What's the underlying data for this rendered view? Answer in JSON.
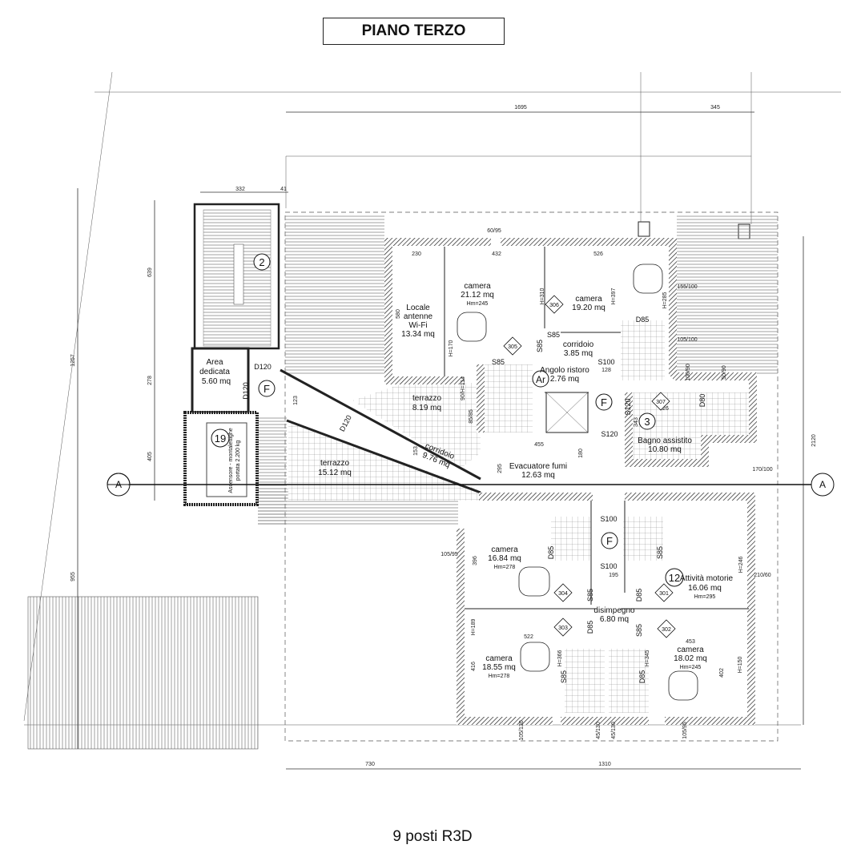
{
  "title": "PIANO TERZO",
  "footer": "9 posti R3D",
  "section_marker": "A",
  "rooms": [
    {
      "name": "Area dedicata",
      "name1": "Area",
      "name2": "dedicata",
      "area": "5.60 mq"
    },
    {
      "name": "terrazzo",
      "area": "8.19 mq"
    },
    {
      "name": "terrazzo",
      "area": "15.12 mq"
    },
    {
      "name": "corridoio",
      "area": "9.76 mq"
    },
    {
      "name": "Locale antenne Wi-Fi",
      "name1": "Locale",
      "name2": "antenne",
      "name3": "Wi-Fi",
      "area": "13.34 mq"
    },
    {
      "name": "camera",
      "area": "21.12 mq",
      "hm": "Hm=245"
    },
    {
      "name": "camera",
      "area": "19.20 mq"
    },
    {
      "name": "corridoio",
      "area": "3.85 mq"
    },
    {
      "name": "Angolo ristoro",
      "area": "2.76 mq"
    },
    {
      "name": "Bagno assistito",
      "area": "10.80 mq"
    },
    {
      "name": "Evacuatore fumi",
      "area": "12.63 mq"
    },
    {
      "name": "camera",
      "area": "16.84 mq",
      "hm": "Hm=278"
    },
    {
      "name": "Attività motorie",
      "area": "16.06 mq",
      "hm": "Hm=295"
    },
    {
      "name": "disimpegno",
      "area": "6.80 mq"
    },
    {
      "name": "camera",
      "area": "18.55 mq",
      "hm": "Hm=278"
    },
    {
      "name": "camera",
      "area": "18.02 mq",
      "hm": "Hm=245"
    }
  ],
  "markers": {
    "stair": "2",
    "lift": "19",
    "fire_1": "F",
    "fire_2": "F",
    "fire_3": "F",
    "bath": "3",
    "gym": "12",
    "ristoro": "Ar"
  },
  "room_numbers": [
    "306",
    "305",
    "307",
    "304",
    "301",
    "303",
    "302"
  ],
  "lift_label": {
    "line1": "Ascensore - montalettighe",
    "line2": "portata 2.200 kg"
  },
  "doors": [
    "D120",
    "D120",
    "D120",
    "S85",
    "S85",
    "S85",
    "S100",
    "D85",
    "S120",
    "S120",
    "D80",
    "S100",
    "S100",
    "D85",
    "S85",
    "S85",
    "D85",
    "D85",
    "S85",
    "S85",
    "D85"
  ],
  "dimensions": {
    "overall": [
      "1695",
      "345",
      "730",
      "1310",
      "1257",
      "955",
      "2120",
      "639",
      "278",
      "405",
      "332",
      "41"
    ],
    "interior": [
      "230",
      "432",
      "526",
      "580",
      "455",
      "295",
      "195",
      "522",
      "453",
      "396",
      "416",
      "402",
      "128",
      "326",
      "343",
      "123",
      "153",
      "180"
    ],
    "heights": [
      "H=170",
      "H=310",
      "H=397",
      "H=285",
      "H=246",
      "H=150",
      "H=189",
      "H=366",
      "H=345"
    ],
    "openings": [
      "60/95",
      "155/100",
      "105/100",
      "100/90",
      "50/90",
      "170/100",
      "105/95",
      "210/60",
      "90/H=114",
      "85/85",
      "105/130",
      "45/130",
      "45/130",
      "105/95"
    ]
  }
}
